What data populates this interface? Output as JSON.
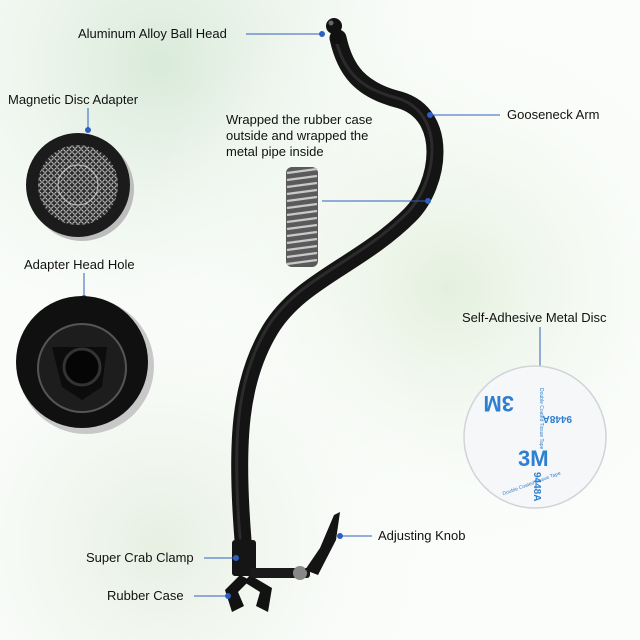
{
  "labels": {
    "ball_head": "Aluminum Alloy Ball Head",
    "magnetic_disc": "Magnetic Disc Adapter",
    "wrapped_line1": "Wrapped the rubber case",
    "wrapped_line2": "outside and wrapped the",
    "wrapped_line3": "metal pipe inside",
    "gooseneck": "Gooseneck Arm",
    "adapter_hole": "Adapter Head Hole",
    "metal_disc": "Self-Adhesive Metal Disc",
    "knob": "Adjusting Knob",
    "crab_clamp": "Super Crab Clamp",
    "rubber_case": "Rubber Case"
  },
  "disc_print": {
    "brand": "3M",
    "model": "9448A",
    "subtitle": "Double Coated Tissue Tape"
  },
  "colors": {
    "callout": "#2f5fc1",
    "arm": "#141414",
    "disc_print": "#2e7fd1"
  }
}
